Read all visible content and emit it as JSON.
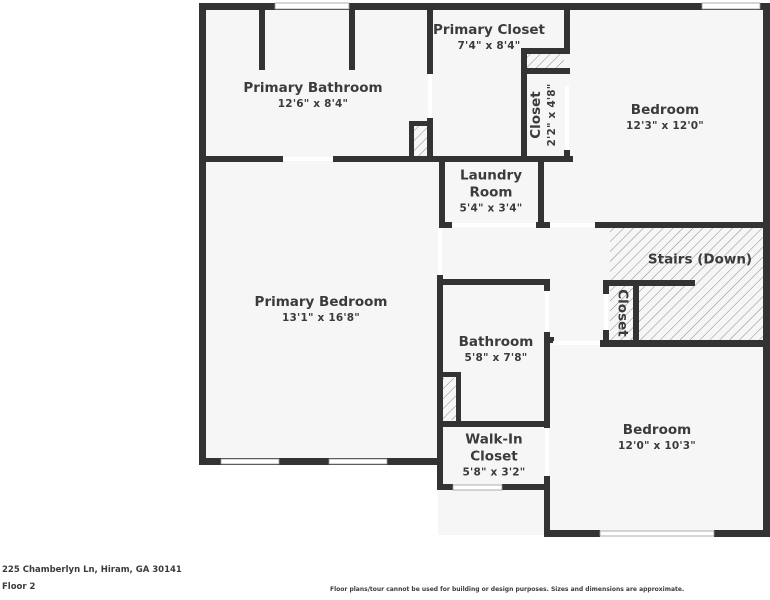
{
  "plan": {
    "wall_color": "#333333",
    "floor_color": "#f6f6f6",
    "hatch_color": "#8a8a8a",
    "rooms": [
      {
        "id": "primary-bathroom",
        "name": "Primary Bathroom",
        "dims": "12'6\" x 8'4\""
      },
      {
        "id": "primary-closet",
        "name": "Primary Closet",
        "dims": "7'4\" x 8'4\""
      },
      {
        "id": "closet-top",
        "name": "Closet",
        "dims": "2'2\" x 4'8\""
      },
      {
        "id": "bedroom-top",
        "name": "Bedroom",
        "dims": "12'3\" x 12'0\""
      },
      {
        "id": "laundry",
        "name_line1": "Laundry",
        "name_line2": "Room",
        "dims": "5'4\" x 3'4\""
      },
      {
        "id": "stairs",
        "name": "Stairs (Down)"
      },
      {
        "id": "closet-stairs",
        "name": "Closet"
      },
      {
        "id": "primary-bedroom",
        "name": "Primary Bedroom",
        "dims": "13'1\" x 16'8\""
      },
      {
        "id": "bathroom",
        "name": "Bathroom",
        "dims": "5'8\" x 7'8\""
      },
      {
        "id": "walk-in-closet",
        "name_line1": "Walk-In",
        "name_line2": "Closet",
        "dims": "5'8\" x 3'2\""
      },
      {
        "id": "bedroom-bottom",
        "name": "Bedroom",
        "dims": "12'0\" x 10'3\""
      }
    ]
  },
  "footer": {
    "address": "225 Chamberlyn Ln, Hiram, GA 30141",
    "floor": "Floor 2",
    "disclaimer": "Floor plans/tour cannot be used for building or design purposes. Sizes and dimensions are approximate."
  }
}
